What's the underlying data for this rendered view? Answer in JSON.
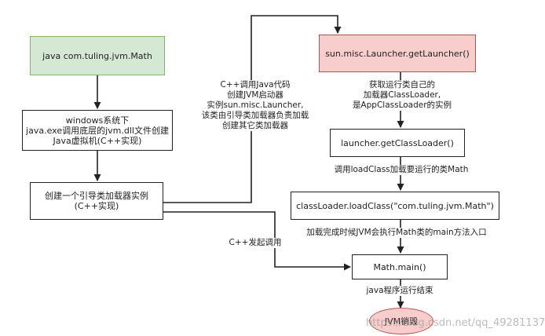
{
  "nodes": {
    "java_cmd": "java com.tuling.jvm.Math",
    "windows": "windows系统下\njava.exe调用底层的jvm.dll文件创建\nJava虚拟机(C++实现)",
    "bootstrap": "创建一个引导类加载器实例\n(C++实现)",
    "launcher": "sun.misc.Launcher.getLauncher()",
    "get_classloader": "launcher.getClassLoader()",
    "load_class": "classLoader.loadClass(\"com.tuling.jvm.Math\")",
    "math_main": "Math.main()",
    "end": "JVM销毁"
  },
  "labels": {
    "cpp_java": "C++调用Java代码\n创建JVM启动器\n实例sun.misc.Launcher,\n该类由引导类加载器负责加载\n创建其它类加载器",
    "get_own_loader": "获取运行类自己的\n加载器ClassLoader,\n是AppClassLoader的实例",
    "call_loadclass": "调用loadClass加载要运行的类Math",
    "after_load": "加载完成时候JVM会执行Math类的main方法入口",
    "cpp_call": "C++发起调用",
    "java_end": "java程序运行结束"
  },
  "watermark": "https://blog.csdn.net/qq_49281137",
  "colors": {
    "green_fill": "#d5e8d4",
    "green_stroke": "#82b366",
    "pink_fill": "#f8cecc",
    "pink_stroke": "#b85450"
  }
}
